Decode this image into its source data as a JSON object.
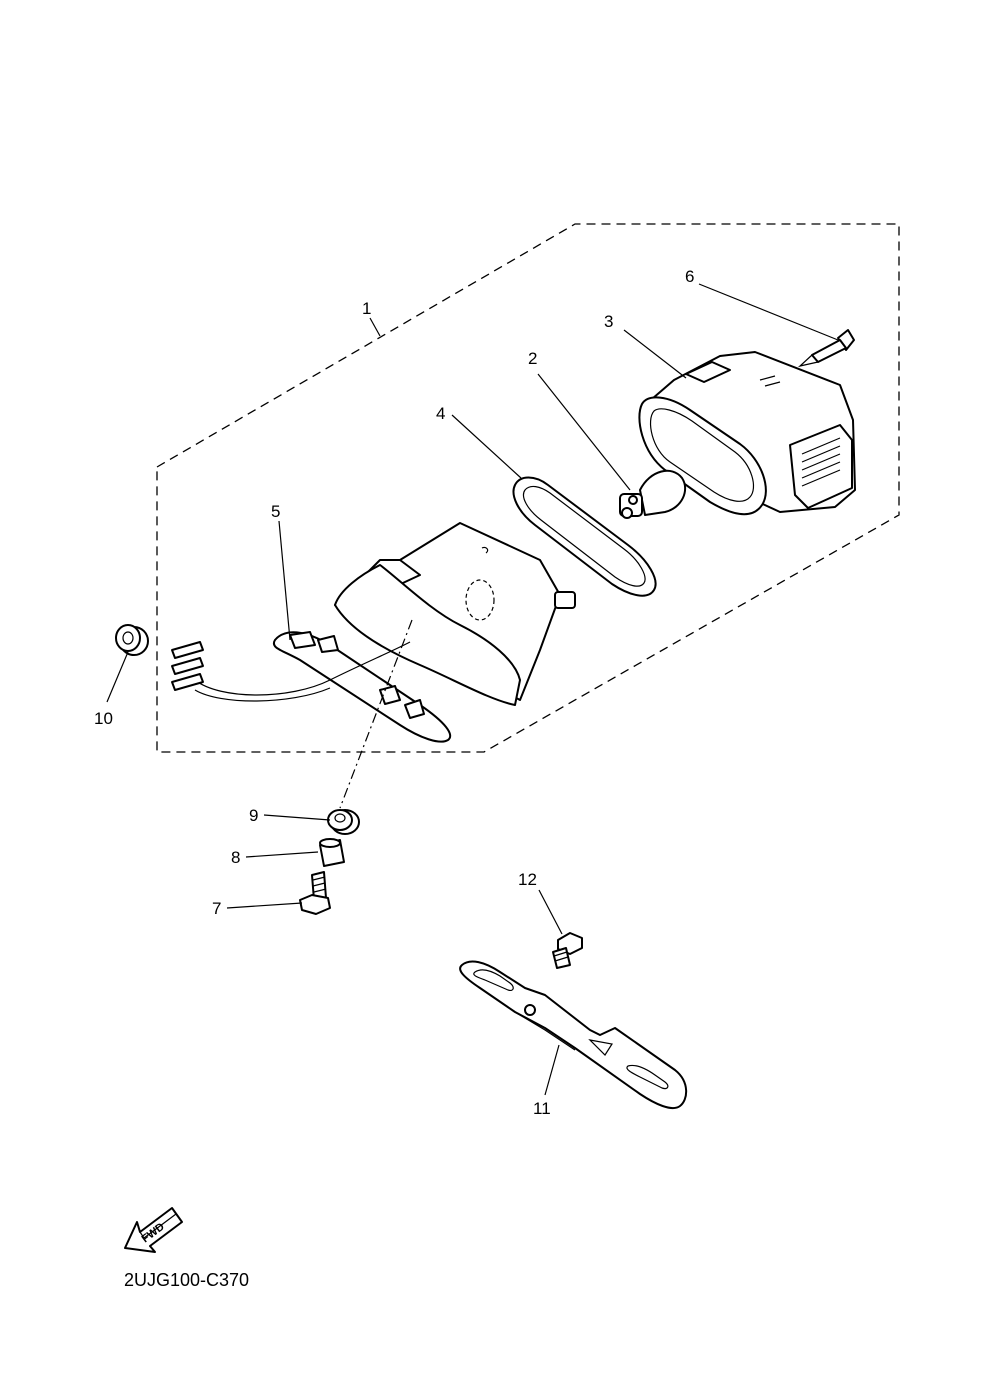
{
  "callouts": {
    "p1": "1",
    "p2": "2",
    "p3": "3",
    "p4": "4",
    "p5": "5",
    "p6": "6",
    "p7": "7",
    "p8": "8",
    "p9": "9",
    "p10": "10",
    "p11": "11",
    "p12": "12"
  },
  "fwd_label": "FWD",
  "diagram_code": "2UJG100-C370"
}
